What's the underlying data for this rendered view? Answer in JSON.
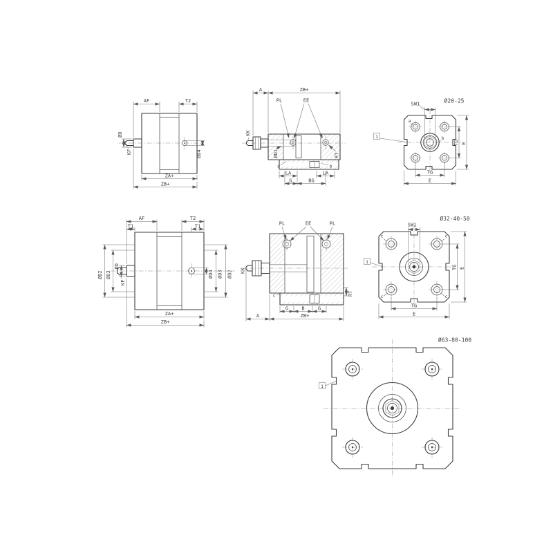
{
  "drawing": {
    "background": "#ffffff",
    "line_color": "#3c3c3c",
    "sizes": {
      "small": "Ø20-25",
      "medium": "Ø32-40-50",
      "large": "Ø63-80-100"
    }
  },
  "views": {
    "side_small": {
      "name": "side view Ø20-25",
      "dims": {
        "af": "AF",
        "t2": "T2",
        "d": "ØD",
        "kf": "KF",
        "d4": "ØD4",
        "za": "ZA+",
        "zb": "ZB+"
      }
    },
    "section_small": {
      "name": "section view Ø20-25",
      "dims": {
        "a": "A",
        "zb": "ZB+",
        "pl": "PL",
        "ee": "EE",
        "kk": "KK",
        "d1": "ØD1",
        "rt": "RT",
        "ref_a": "a",
        "ref_b": "b",
        "la_left": "LA",
        "la_right": "LA",
        "g": "G",
        "bg": "BG"
      }
    },
    "front_small": {
      "name": "front view Ø20-25",
      "callout": "1",
      "dims": {
        "sw1": "SW1",
        "tg_right": "TG",
        "e_right": "E",
        "tg_bottom": "TG",
        "e_bottom": "E",
        "ref_a": "a",
        "ref_b": "b"
      }
    },
    "side_medium": {
      "name": "side view Ø32-40-50",
      "dims": {
        "af": "AF",
        "t2": "T2",
        "t1_left": "T1",
        "t1_right": "T1",
        "d2_left": "ØD2",
        "d3_left": "ØD3",
        "d": "ØD",
        "kf": "KF",
        "d4": "ØD4",
        "d3_right": "ØD3",
        "d2_right": "ØD2",
        "za": "ZA+",
        "zb": "ZB+"
      }
    },
    "section_medium": {
      "name": "section view Ø32-40-50",
      "dims": {
        "pl_left": "PL",
        "ee": "EE",
        "pl_right": "PL",
        "kk": "KK",
        "rt": "RT",
        "ref_c": "c",
        "g_left": "G",
        "b": "B",
        "g_right": "G",
        "a": "A",
        "zb": "ZB+"
      }
    },
    "front_medium": {
      "name": "front view Ø32-40-50",
      "callout": "1",
      "dims": {
        "sw1": "SW1",
        "tg_right": "TG",
        "e_right": "E",
        "tg_bottom": "TG",
        "e_bottom": "E",
        "ref_c_tl": "c",
        "ref_c_tr": "c",
        "ref_c_bl": "c",
        "ref_c_br": "c"
      }
    },
    "front_large": {
      "name": "front view Ø63-80-100",
      "callout": "1"
    }
  }
}
